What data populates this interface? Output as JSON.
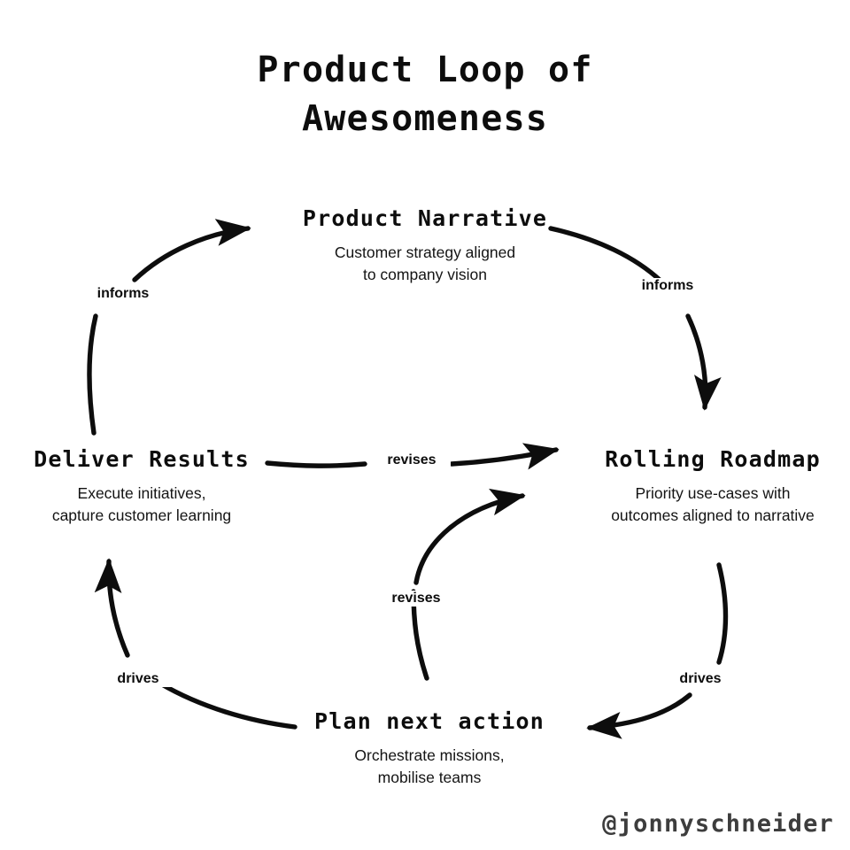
{
  "diagram": {
    "title_line1": "Product Loop of",
    "title_line2": "Awesomeness",
    "signature": "@jonnyschneider",
    "ink_color": "#0d0d0d",
    "background_color": "#ffffff",
    "signature_color": "#3d3d3d"
  },
  "nodes": [
    {
      "id": "product-narrative",
      "title": "Product Narrative",
      "desc_line1": "Customer strategy aligned",
      "desc_line2": "to company vision"
    },
    {
      "id": "rolling-roadmap",
      "title": "Rolling Roadmap",
      "desc_line1": "Priority use-cases with",
      "desc_line2": "outcomes aligned to narrative"
    },
    {
      "id": "deliver-results",
      "title": "Deliver Results",
      "desc_line1": "Execute initiatives,",
      "desc_line2": "capture customer learning"
    },
    {
      "id": "plan-next-action",
      "title": "Plan next action",
      "desc_line1": "Orchestrate missions,",
      "desc_line2": "mobilise teams"
    }
  ],
  "edges": [
    {
      "id": "deliver-to-narrative",
      "label": "informs",
      "from": "deliver-results",
      "to": "product-narrative"
    },
    {
      "id": "narrative-to-roadmap",
      "label": "informs",
      "from": "product-narrative",
      "to": "rolling-roadmap"
    },
    {
      "id": "deliver-to-roadmap",
      "label": "revises",
      "from": "deliver-results",
      "to": "rolling-roadmap"
    },
    {
      "id": "plan-to-roadmap",
      "label": "revises",
      "from": "plan-next-action",
      "to": "rolling-roadmap"
    },
    {
      "id": "plan-to-deliver",
      "label": "drives",
      "from": "plan-next-action",
      "to": "deliver-results"
    },
    {
      "id": "roadmap-to-plan",
      "label": "drives",
      "from": "rolling-roadmap",
      "to": "plan-next-action"
    }
  ]
}
